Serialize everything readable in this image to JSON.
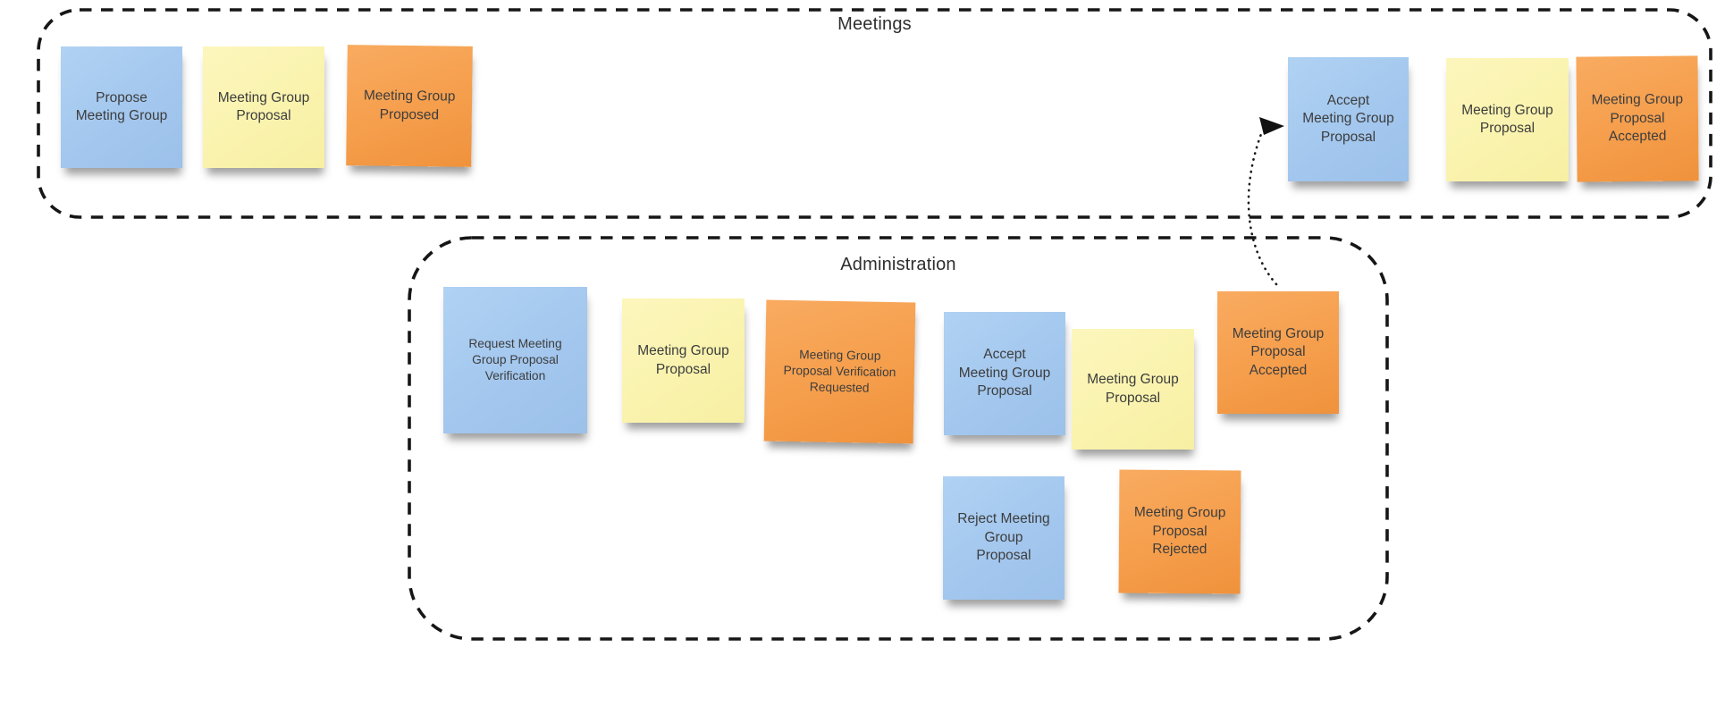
{
  "frames": [
    {
      "id": "meetings",
      "title": "Meetings"
    },
    {
      "id": "administration",
      "title": "Administration"
    }
  ],
  "notes": [
    {
      "text": "Propose Meeting Group",
      "color": "blue",
      "frame": "Meetings"
    },
    {
      "text": "Meeting Group Proposal",
      "color": "yellow",
      "frame": "Meetings"
    },
    {
      "text": "Meeting Group Proposed",
      "color": "orange",
      "frame": "Meetings"
    },
    {
      "text": "Accept Meeting Group Proposal",
      "color": "blue",
      "frame": "Meetings"
    },
    {
      "text": "Meeting Group Proposal",
      "color": "yellow",
      "frame": "Meetings"
    },
    {
      "text": "Meeting Group Proposal Accepted",
      "color": "orange",
      "frame": "Meetings"
    },
    {
      "text": "Request Meeting Group Proposal Verification",
      "color": "blue",
      "frame": "Administration"
    },
    {
      "text": "Meeting Group Proposal",
      "color": "yellow",
      "frame": "Administration"
    },
    {
      "text": "Meeting Group Proposal Verification Requested",
      "color": "orange",
      "frame": "Administration"
    },
    {
      "text": "Accept Meeting Group Proposal",
      "color": "blue",
      "frame": "Administration"
    },
    {
      "text": "Meeting Group Proposal",
      "color": "yellow",
      "frame": "Administration"
    },
    {
      "text": "Meeting Group Proposal Accepted",
      "color": "orange",
      "frame": "Administration"
    },
    {
      "text": "Reject Meeting Group Proposal",
      "color": "blue",
      "frame": "Administration"
    },
    {
      "text": "Meeting Group Proposal Rejected",
      "color": "orange",
      "frame": "Administration"
    }
  ],
  "connector": {
    "from": "Meeting Group Proposal Accepted (Administration)",
    "to": "Accept Meeting Group Proposal (Meetings)",
    "style": "dotted-arrow"
  },
  "colors": {
    "note_blue": "#a3c7ee",
    "note_yellow": "#faf3ae",
    "note_orange": "#f59e4c",
    "frame_border": "#161616",
    "note_text": "#3d3d3d",
    "title_text": "#2e2e2e",
    "background": "#ffffff"
  }
}
